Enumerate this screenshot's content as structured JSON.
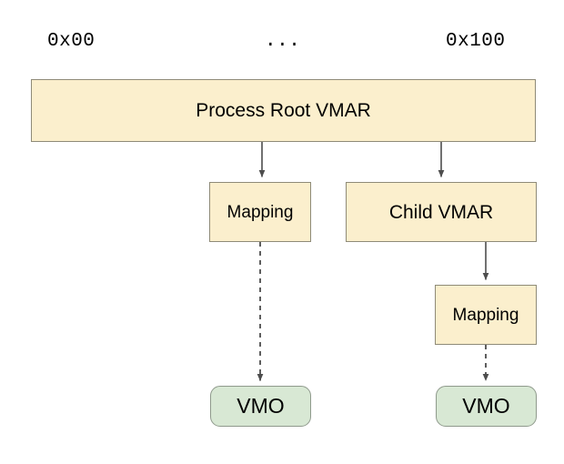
{
  "diagram": {
    "title_absent": true,
    "address_labels": [
      {
        "name": "address-start",
        "text": "0x00"
      },
      {
        "name": "address-ellipsis",
        "text": "..."
      },
      {
        "name": "address-end",
        "text": "0x100"
      }
    ],
    "nodes": {
      "root_vmar": {
        "label": "Process Root VMAR",
        "shape": "rectangle",
        "fill": "#fbefcd",
        "stroke": "#8f8b78"
      },
      "mapping_left": {
        "label": "Mapping",
        "shape": "rectangle",
        "fill": "#fbefcd",
        "stroke": "#8f8b78"
      },
      "child_vmar": {
        "label": "Child VMAR",
        "shape": "rectangle",
        "fill": "#fbefcd",
        "stroke": "#8f8b78"
      },
      "mapping_right": {
        "label": "Mapping",
        "shape": "rectangle",
        "fill": "#fbefcd",
        "stroke": "#8f8b78"
      },
      "vmo_left": {
        "label": "VMO",
        "shape": "rounded-rectangle",
        "fill": "#d8e8d4",
        "stroke": "#8f9a8c"
      },
      "vmo_right": {
        "label": "VMO",
        "shape": "rounded-rectangle",
        "fill": "#d8e8d4",
        "stroke": "#8f9a8c"
      }
    },
    "edges": [
      {
        "name": "edge-root-to-mapping-left",
        "from": "root_vmar",
        "to": "mapping_left",
        "style": "solid",
        "arrow": "filled-triangle",
        "color": "#4d4d4d"
      },
      {
        "name": "edge-root-to-child-vmar",
        "from": "root_vmar",
        "to": "child_vmar",
        "style": "solid",
        "arrow": "filled-triangle",
        "color": "#4d4d4d"
      },
      {
        "name": "edge-child-vmar-to-mapping-right",
        "from": "child_vmar",
        "to": "mapping_right",
        "style": "solid",
        "arrow": "filled-triangle",
        "color": "#4d4d4d"
      },
      {
        "name": "edge-mapping-left-to-vmo-left",
        "from": "mapping_left",
        "to": "vmo_left",
        "style": "dashed",
        "arrow": "filled-triangle",
        "color": "#4d4d4d"
      },
      {
        "name": "edge-mapping-right-to-vmo-right",
        "from": "mapping_right",
        "to": "vmo_right",
        "style": "dashed",
        "arrow": "filled-triangle",
        "color": "#4d4d4d"
      }
    ],
    "colors": {
      "background": "#ffffff",
      "vmar_fill": "#fbefcd",
      "vmar_stroke": "#8f8b78",
      "vmo_fill": "#d8e8d4",
      "vmo_stroke": "#8f9a8c",
      "edge": "#4d4d4d",
      "text": "#000000"
    }
  }
}
